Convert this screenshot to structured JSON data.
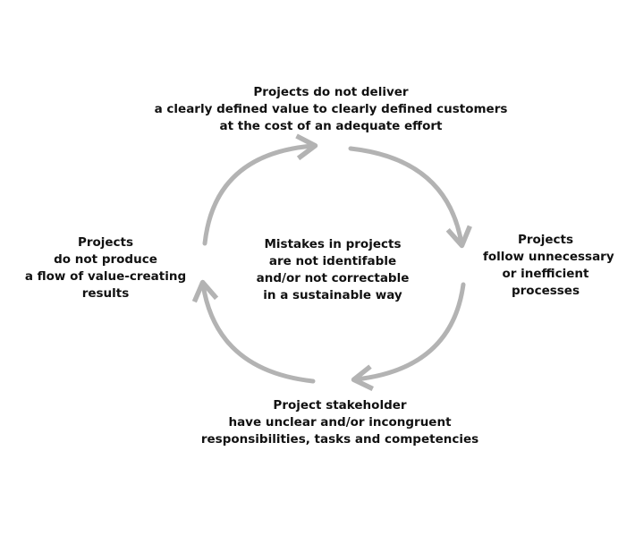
{
  "diagram": {
    "type": "cycle",
    "arrow_color": "#b3b3b3",
    "center": [
      "Mistakes in projects",
      "are not identifable",
      "and/or not correctable",
      "in a sustainable way"
    ],
    "nodes": {
      "top": [
        "Projects  do not deliver",
        "a clearly defined value to clearly defined customers",
        "at the cost  of an adequate effort"
      ],
      "right": [
        "Projects",
        "follow unnecessary",
        "or inefficient",
        "processes"
      ],
      "bottom": [
        "Project stakeholder",
        "have unclear and/or incongruent",
        "responsibilities, tasks and competencies"
      ],
      "left": [
        "Projects",
        "do not produce",
        "a flow of value-creating",
        "results"
      ]
    }
  }
}
